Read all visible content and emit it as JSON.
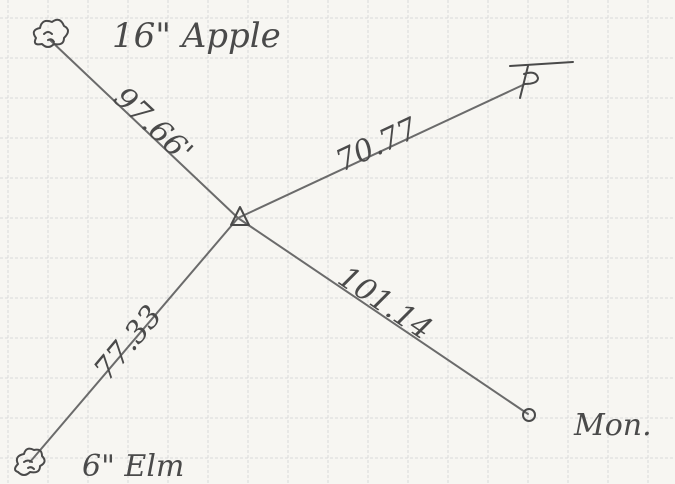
{
  "labels": {
    "apple": "16\" Apple",
    "elm": "6\" Elm",
    "mon": "Mon."
  },
  "distances": {
    "to_apple": "97.66'",
    "to_t": "70.77",
    "to_elm": "77.33",
    "to_mon": "101.14"
  },
  "markers": {
    "tree_apple": "tree-icon",
    "tree_elm": "tree-icon",
    "station": "triangle-icon",
    "t_point": "t-marker-icon",
    "monument": "circle-icon"
  },
  "colors": {
    "paper": "#f7f6f2",
    "grid": "#d9d9d9",
    "ink": "#4a4a4a"
  }
}
